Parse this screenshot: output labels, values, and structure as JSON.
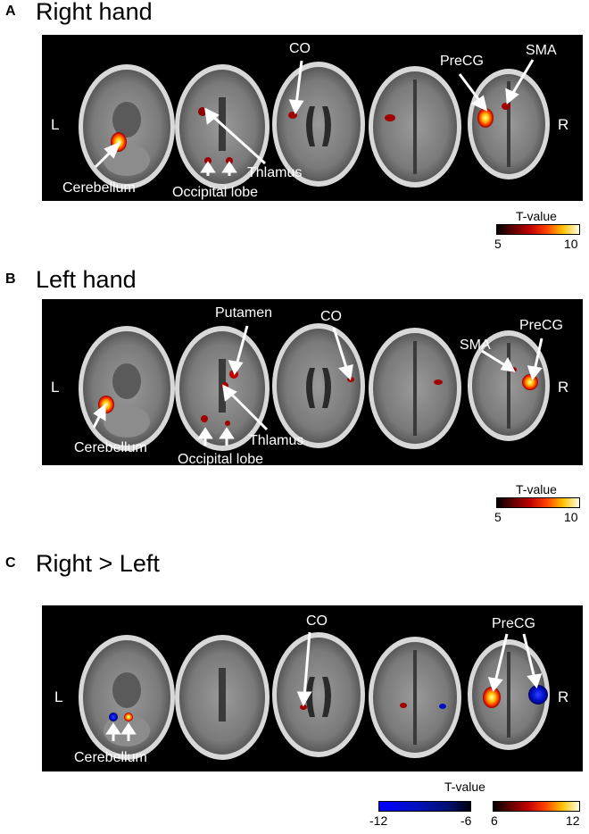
{
  "panels": [
    {
      "letter": "A",
      "title": "Right hand",
      "side_left": "L",
      "side_right": "R",
      "labels": [
        "CO",
        "PreCG",
        "SMA",
        "Thlamus",
        "Cerebellum",
        "Occipital lobe"
      ],
      "colorbar": {
        "title": "T-value",
        "min": "5",
        "max": "10"
      }
    },
    {
      "letter": "B",
      "title": "Left hand",
      "side_left": "L",
      "side_right": "R",
      "labels": [
        "Putamen",
        "CO",
        "SMA",
        "PreCG",
        "Thlamus",
        "Cerebellum",
        "Occipital lobe"
      ],
      "colorbar": {
        "title": "T-value",
        "min": "5",
        "max": "10"
      }
    },
    {
      "letter": "C",
      "title": "Right > Left",
      "side_left": "L",
      "side_right": "R",
      "labels": [
        "CO",
        "PreCG",
        "Cerebellum"
      ],
      "colorbar_neg": {
        "min": "-12",
        "max": "-6"
      },
      "colorbar_pos": {
        "title": "T-value",
        "min": "6",
        "max": "12"
      }
    }
  ],
  "colors": {
    "hot_peak": "#ffff80",
    "hot_low": "#8b0000",
    "cold": "#0000ff",
    "arrow": "#ffffff"
  }
}
